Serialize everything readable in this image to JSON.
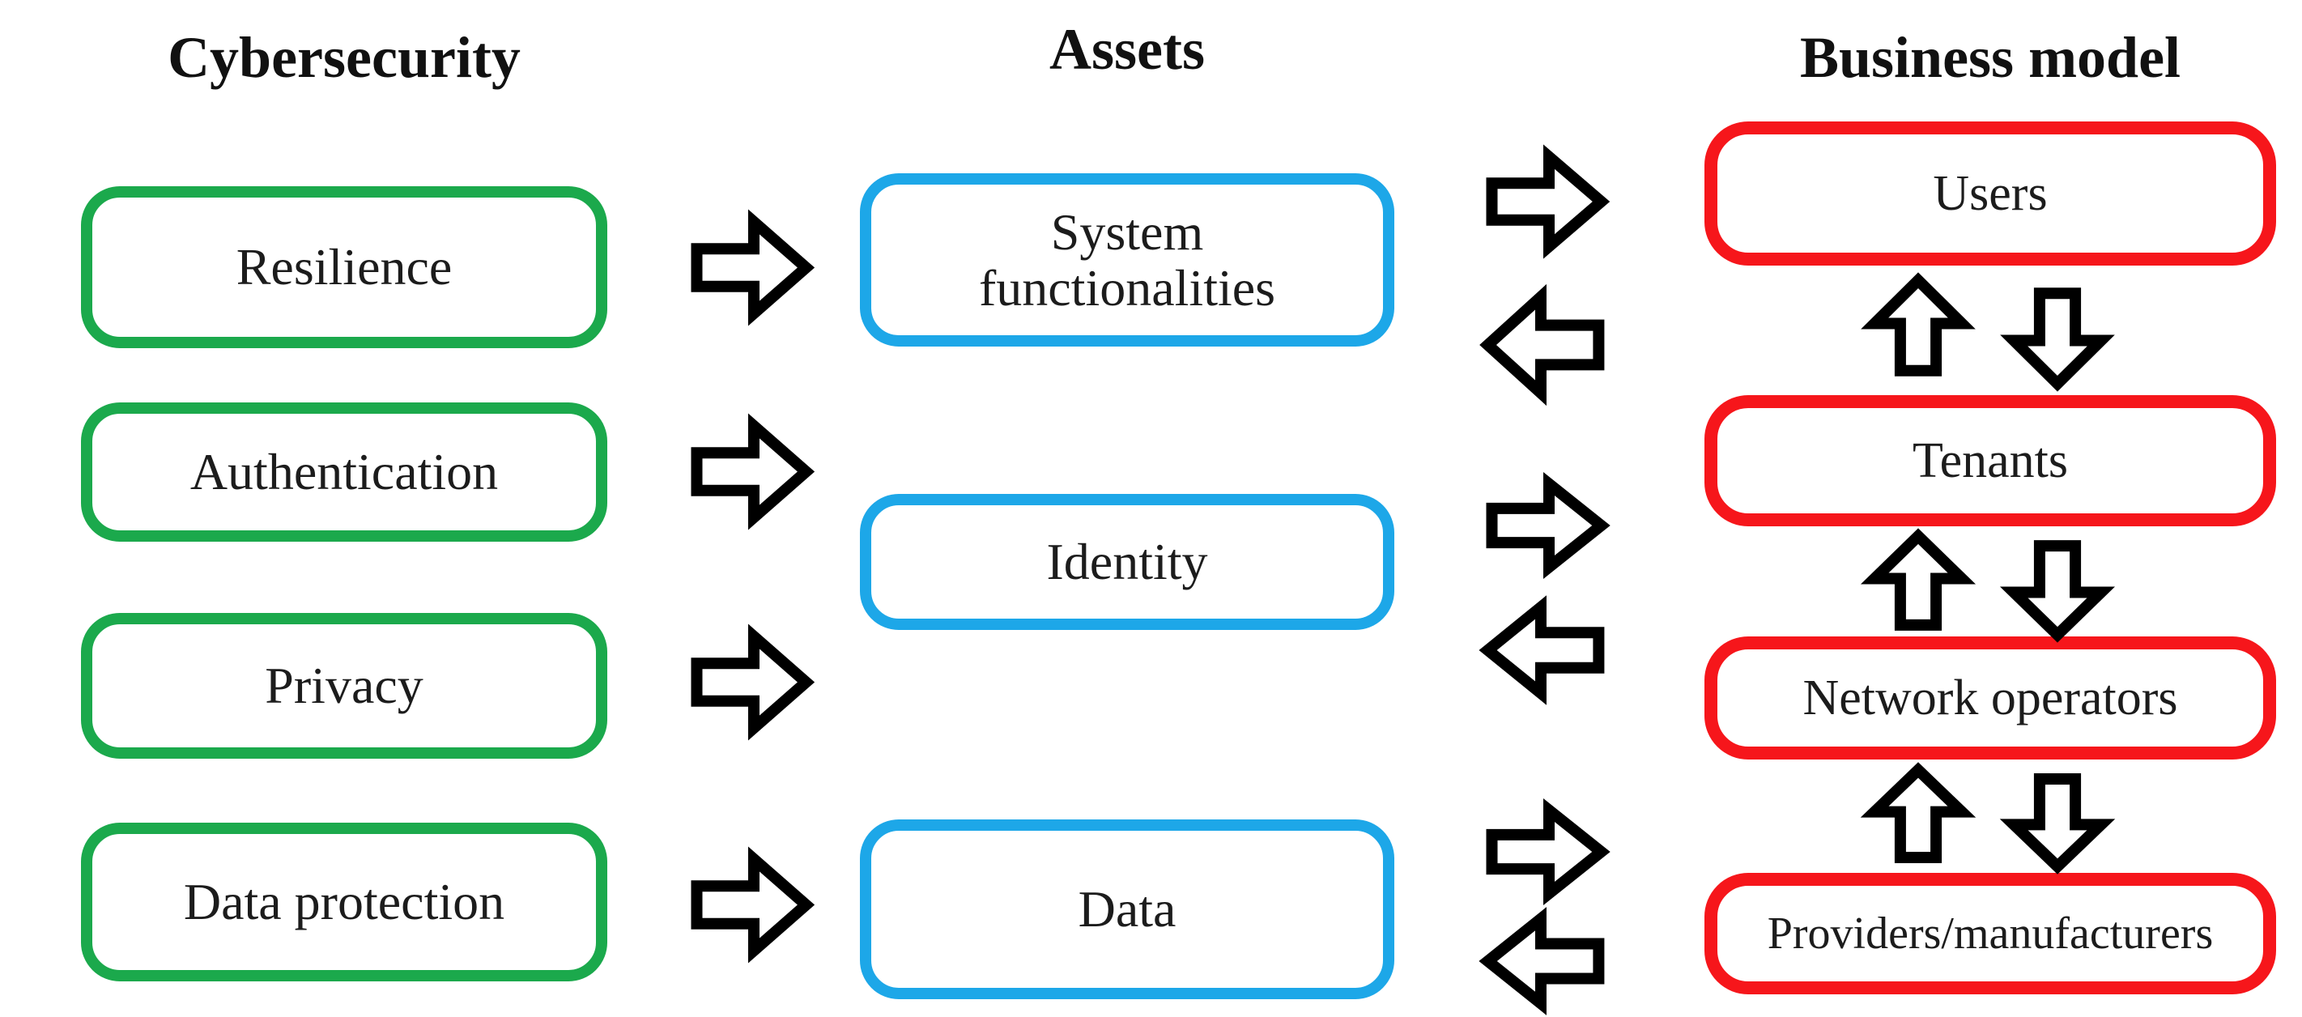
{
  "colors": {
    "cybersecurity_box_border": "#1ba94c",
    "assets_box_border": "#1da7e8",
    "business_model_box_border": "#f6161b",
    "arrow_outline": "#000000",
    "arrow_fill": "#ffffff",
    "text": "#1c1c1c",
    "background": "#ffffff"
  },
  "columns": {
    "cybersecurity": {
      "title": "Cybersecurity",
      "items": {
        "resilience": "Resilience",
        "authentication": "Authentication",
        "privacy": "Privacy",
        "data_protection": "Data protection"
      }
    },
    "assets": {
      "title": "Assets",
      "items": {
        "system_functionalities": "System functionalities",
        "identity": "Identity",
        "data": "Data"
      }
    },
    "business_model": {
      "title": "Business model",
      "items": {
        "users": "Users",
        "tenants": "Tenants",
        "network_operators": "Network operators",
        "providers_manufacturers": "Providers/manufacturers"
      }
    }
  },
  "icons": {
    "right_arrow": "block-arrow-right",
    "left_arrow": "block-arrow-left",
    "up_arrow": "block-arrow-up",
    "down_arrow": "block-arrow-down"
  }
}
